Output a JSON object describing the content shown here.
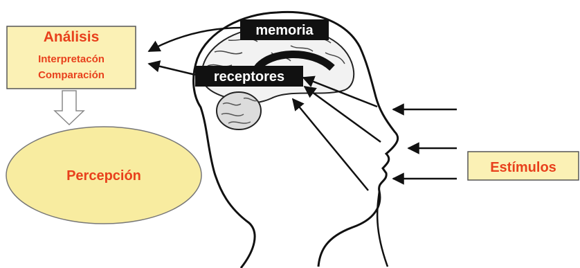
{
  "analysis_box": {
    "title": "Análisis",
    "line2": "Interpretacón",
    "line3": "Comparación"
  },
  "perception_label": "Percepción",
  "stimuli_label": "Estímulos",
  "brain_labels": {
    "memory": "memoria",
    "receptors": "receptores"
  },
  "colors": {
    "accent_text": "#e8401c",
    "box_fill": "#fbf1b5",
    "ellipse_fill": "#f8eca0",
    "label_bg": "#111111"
  }
}
